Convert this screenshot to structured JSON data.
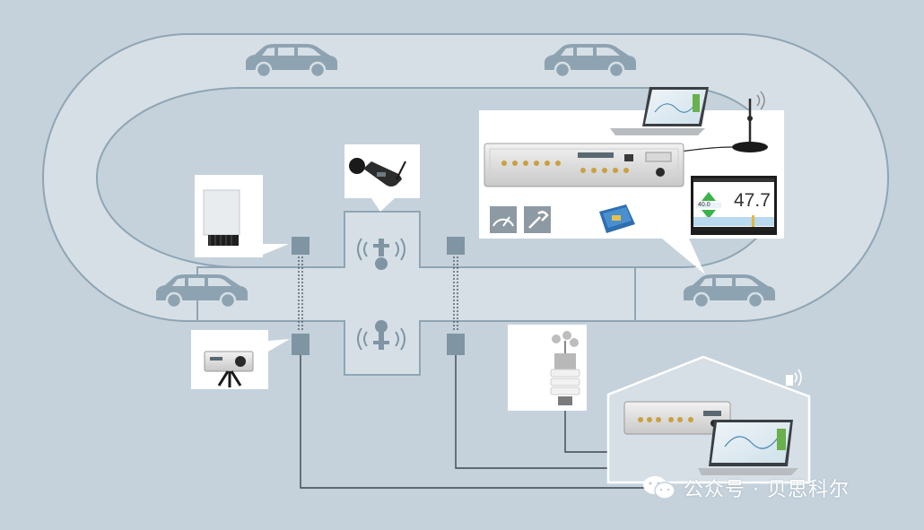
{
  "phone_screen": {
    "reading": "47.7",
    "small_value": "40.0"
  },
  "icons": {
    "car": "car-icon",
    "microphone": "microphone-icon",
    "sound_level_meter": "sound-level-meter-icon",
    "weather_station": "weather-station-icon",
    "laptop": "laptop-icon",
    "antenna": "antenna-icon",
    "data_acquisition": "data-acquisition-frontend-icon",
    "tablet": "tablet-icon",
    "bluetooth_dongle": "bluetooth-dongle-icon",
    "wechat": "wechat-icon"
  },
  "watermark": {
    "text": "公众号 · 贝思科尔"
  },
  "colors": {
    "background": "#c5d2dc",
    "track": "#d6dfe6",
    "outline": "#8fa5b4",
    "sensor_box": "#7f95a3",
    "car": "#8ea3b1",
    "cable": "#3d4750"
  }
}
